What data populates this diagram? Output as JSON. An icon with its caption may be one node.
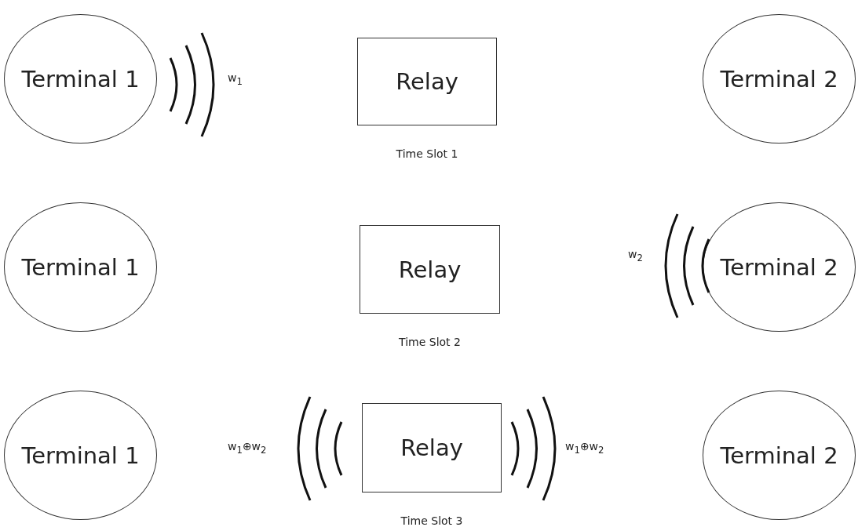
{
  "diagram": {
    "nodes": [
      {
        "text": [
          "Terminal 1"
        ]
      },
      {
        "text": [
          "Relay"
        ],
        "beside": [
          "Time Slot 1"
        ]
      },
      {
        "text": [
          "Terminal 2"
        ]
      },
      {
        "text": [
          "Terminal 1"
        ]
      },
      {
        "text": [
          "Relay"
        ],
        "beside": [
          "Time Slot 2"
        ]
      },
      {
        "text": [
          "Terminal 2"
        ]
      },
      {
        "text": [
          "Terminal 1"
        ]
      },
      {
        "text": [
          "Relay"
        ],
        "beside": [
          "Time Slot 3"
        ]
      },
      {
        "text": [
          "Terminal 2"
        ]
      }
    ],
    "labels": [
      "w$_{1}$",
      "w$_{2}$",
      "w$_{1}$⊕w$_{2}$",
      "w$_{1}$⊕w$_{2}$"
    ]
  }
}
